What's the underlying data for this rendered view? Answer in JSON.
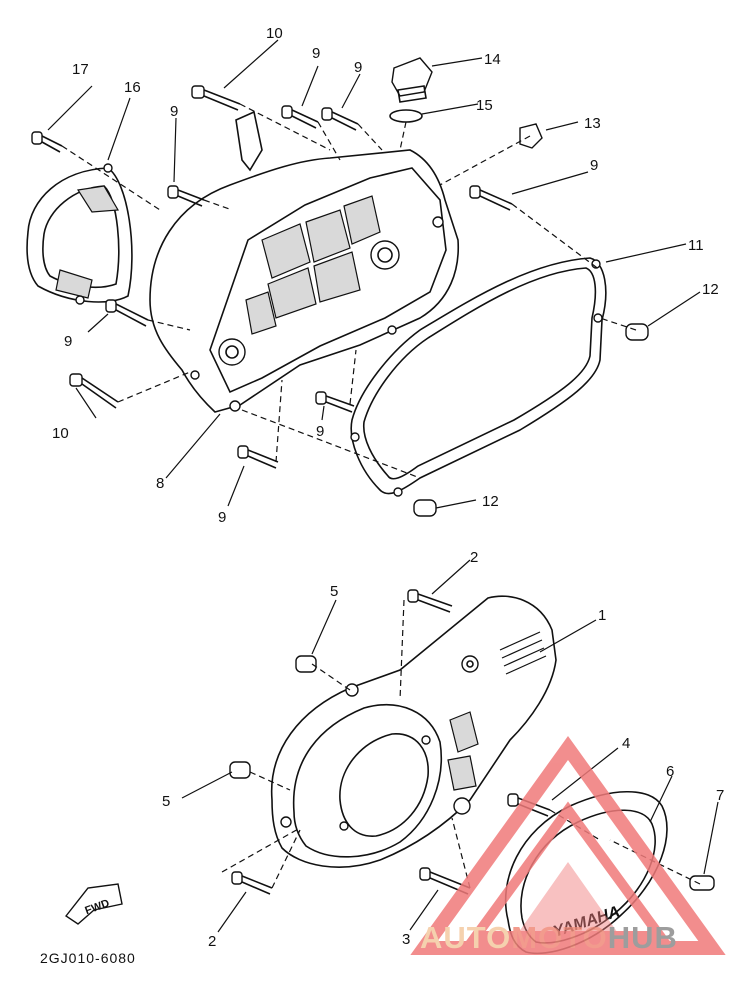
{
  "diagram": {
    "drawing_code": "2GJ010-6080",
    "fwd_label": "FWD",
    "badge_text": "YAMAHA",
    "callouts": [
      "1",
      "2",
      "2",
      "3",
      "4",
      "5",
      "5",
      "6",
      "7",
      "8",
      "9",
      "9",
      "9",
      "9",
      "9",
      "9",
      "9",
      "10",
      "10",
      "11",
      "12",
      "12",
      "13",
      "14",
      "15",
      "16",
      "17"
    ]
  },
  "watermark": {
    "brand": "AUTOMOTOHUB",
    "brand_part1": "AUTO",
    "brand_part2": "MOTO",
    "brand_part3": "HUB",
    "colors": {
      "auto": "#f4c9a0",
      "moto": "#f08a7a",
      "hub": "#8c8c8c",
      "triangle": "#f07a7a"
    }
  }
}
